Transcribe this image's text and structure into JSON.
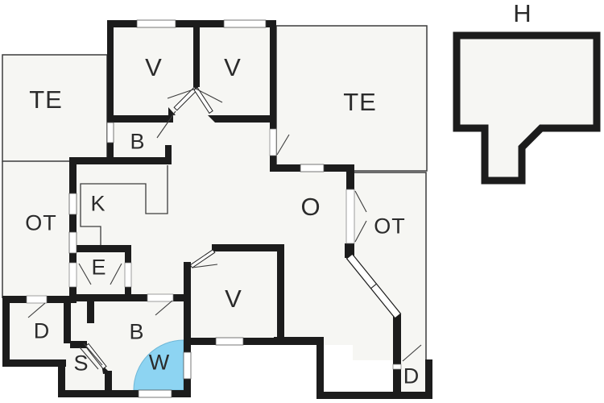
{
  "plan": {
    "type": "floor-plan",
    "colors": {
      "wall": "#1c1c1c",
      "floor": "#f6f6f3",
      "outline": "#3c3c3c",
      "shower_fill": "#8dd4f2",
      "label_text": "#2b2b2b",
      "window_fill": "#ffffff"
    },
    "rooms": [
      {
        "id": "terrace-top-left",
        "label": "TE"
      },
      {
        "id": "bedroom-top-left",
        "label": "V"
      },
      {
        "id": "bedroom-top-right",
        "label": "V"
      },
      {
        "id": "closet-top",
        "label": "B"
      },
      {
        "id": "terrace-top-right",
        "label": "TE"
      },
      {
        "id": "outbuilding",
        "label": "H"
      },
      {
        "id": "kitchen",
        "label": "K"
      },
      {
        "id": "covered-terrace-left",
        "label": "OT"
      },
      {
        "id": "living-room",
        "label": "O"
      },
      {
        "id": "covered-terrace-right",
        "label": "OT"
      },
      {
        "id": "entry",
        "label": "E"
      },
      {
        "id": "storage-left",
        "label": "D"
      },
      {
        "id": "sauna",
        "label": "S"
      },
      {
        "id": "bathroom",
        "label": "B"
      },
      {
        "id": "wet-room",
        "label": "W"
      },
      {
        "id": "bedroom-bottom",
        "label": "V"
      },
      {
        "id": "storage-right",
        "label": "D"
      }
    ]
  }
}
